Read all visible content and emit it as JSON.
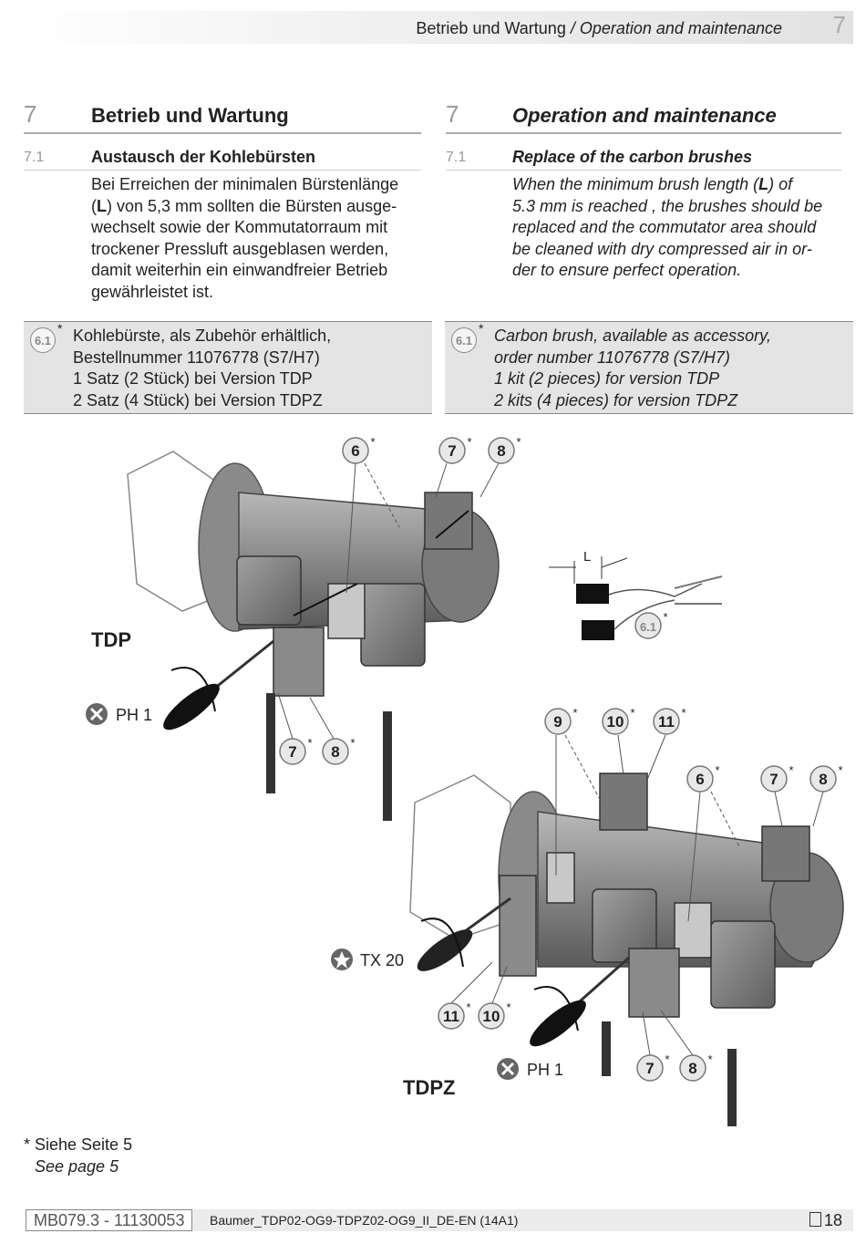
{
  "header": {
    "title_de": "Betrieb und Wartung",
    "title_en": " / Operation and maintenance",
    "chapter_number": "7"
  },
  "left": {
    "section_number": "7",
    "section_title": "Betrieb und Wartung",
    "subsection_number": "7.1",
    "subsection_title": "Austausch der Kohlebürsten",
    "body_lines": [
      "Bei Erreichen der minimalen Bürstenlänge",
      "(L) von 5,3 mm sollten die Bürsten ausge-",
      "wechselt sowie der Kommutatorraum mit",
      "trockener Pressluft ausgeblasen werden,",
      "damit weiterhin ein einwandfreier Betrieb",
      "gewährleistet ist."
    ],
    "note_badge": "6.1",
    "note_star": "*",
    "note_lines": [
      "Kohlebürste, als Zubehör erhältlich,",
      "Bestellnummer 11076778 (S7/H7)",
      "1 Satz (2 Stück) bei Version TDP",
      "2 Satz (4 Stück) bei Version TDPZ"
    ]
  },
  "right": {
    "section_number": "7",
    "section_title": "Operation and maintenance",
    "subsection_number": "7.1",
    "subsection_title": "Replace of the carbon brushes",
    "body_lines": [
      "When the minimum brush length (L) of",
      "5.3 mm is reached , the brushes should be",
      "replaced and the commutator area should",
      "be cleaned with dry compressed air in or-",
      "der to ensure perfect operation."
    ],
    "note_badge": "6.1",
    "note_star": "*",
    "note_lines": [
      "Carbon brush, available as accessory,",
      "order number 11076778 (S7/H7)",
      "1 kit (2 pieces) for version TDP",
      "2 kits (4 pieces) for version TDPZ"
    ]
  },
  "figure": {
    "tdp_label": "TDP",
    "tdpz_label": "TDPZ",
    "length_label": "L",
    "brush_callout": "6.1",
    "star": "*",
    "tools": {
      "ph1_top": "PH 1",
      "tx20": "TX 20",
      "ph1_bottom": "PH 1"
    },
    "callouts_top": [
      "6",
      "7",
      "8"
    ],
    "callouts_mid": [
      "7",
      "8"
    ],
    "callouts_lower_top": [
      "9",
      "10",
      "11"
    ],
    "callouts_lower_right": [
      "6",
      "7",
      "8"
    ],
    "callouts_lower_left": [
      "11",
      "10"
    ],
    "callouts_lower_bottom": [
      "7",
      "8"
    ]
  },
  "footnote": {
    "de": "* Siehe Seite 5",
    "en": "See page 5"
  },
  "footer": {
    "doc_id": "MB079.3 - 11130053",
    "filename": "Baumer_TDP02-OG9-TDPZ02-OG9_II_DE-EN (14A1)",
    "page_number": "18"
  }
}
